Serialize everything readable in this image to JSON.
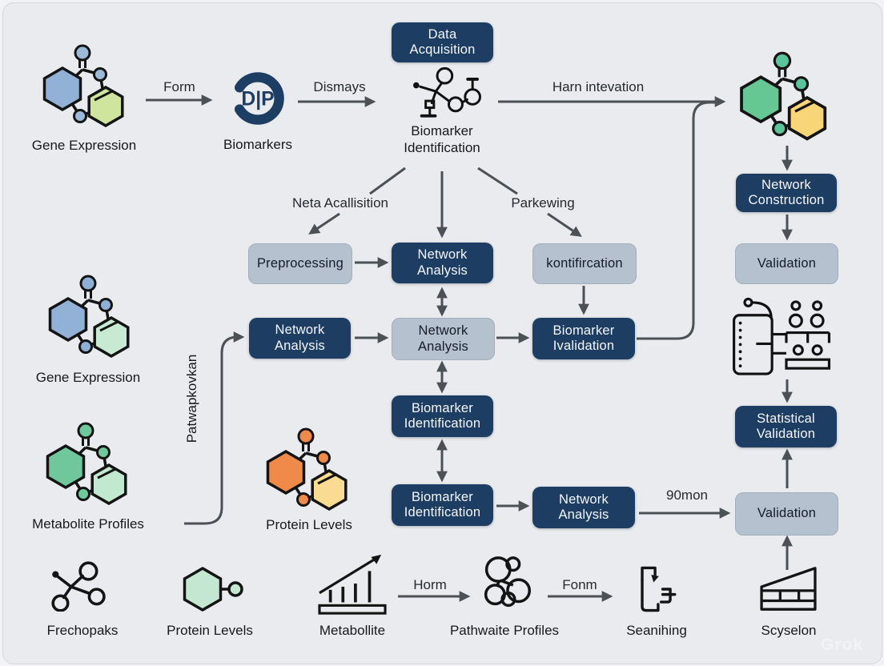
{
  "watermark": "Grok",
  "colors": {
    "background": "#e9ebee",
    "dark_box": "#1e3d63",
    "light_box": "#b5c1cf",
    "arrow": "#4c5156",
    "label_text": "#17191c",
    "molecule_blue": "#92b1d6",
    "molecule_green": "#6fc79b",
    "molecule_orange": "#f08a4b",
    "molecule_yellow": "#f8d678"
  },
  "logo": {
    "text": "D|P"
  },
  "nodes": {
    "data_acquisition": "Data\nAcquisition",
    "preprocessing": "Preprocessing",
    "network_analysis_top": "Network\nAnalysis",
    "kontifircation": "kontifircation",
    "network_analysis_left": "Network\nAnalysis",
    "network_analysis_center": "Network\nAnalysis",
    "biomarker_ivalidation": "Biomarker\nIvalidation",
    "biomarker_identification_mid": "Biomarker\nIdentification",
    "biomarker_identification_low": "Biomarker\nIdentification",
    "network_analysis_bottom": "Network\nAnalysis",
    "network_construction": "Network\nConstruction",
    "validation_top": "Validation",
    "statistical_validation": "Statistical\nValidation",
    "validation_bottom": "Validation"
  },
  "icon_labels": {
    "gene_expression_top": "Gene Expression",
    "biomarkers": "Biomarkers",
    "biomarker_identification_hub": "Biomarker\nIdentification",
    "gene_expression_mid": "Gene Expression",
    "metabolite_profiles": "Metabolite Profiles",
    "protein_levels_mid": "Protein Levels",
    "frechopaks": "Frechopaks",
    "protein_levels_bottom": "Protein Levels",
    "metabollite": "Metabollite",
    "pathwaite_profiles": "Pathwaite Profiles",
    "seanihing": "Seanihing",
    "scyselon": "Scyselon"
  },
  "arrow_labels": {
    "form": "Form",
    "dismays": "Dismays",
    "harn_intevation": "Harn intevation",
    "neta_acallisition": "Neta Acallisition",
    "parkewing": "Parkewing",
    "patwapkovkan": "Patwapkovkan",
    "ninety_mon": "90mon",
    "horm": "Horm",
    "fonm": "Fonm"
  },
  "icons": [
    "molecule-icon-gene-expression-top",
    "dp-logo-icon",
    "molecular-structure-icon",
    "molecule-icon-top-right",
    "molecule-icon-gene-expression-mid",
    "molecule-icon-metabolite-profiles",
    "molecule-icon-protein-levels",
    "machine-analysis-icon",
    "molecule-network-icon",
    "hexagon-molecule-icon",
    "bar-chart-growth-icon",
    "bubble-cluster-icon",
    "bracket-tool-icon",
    "wedge-block-icon"
  ]
}
